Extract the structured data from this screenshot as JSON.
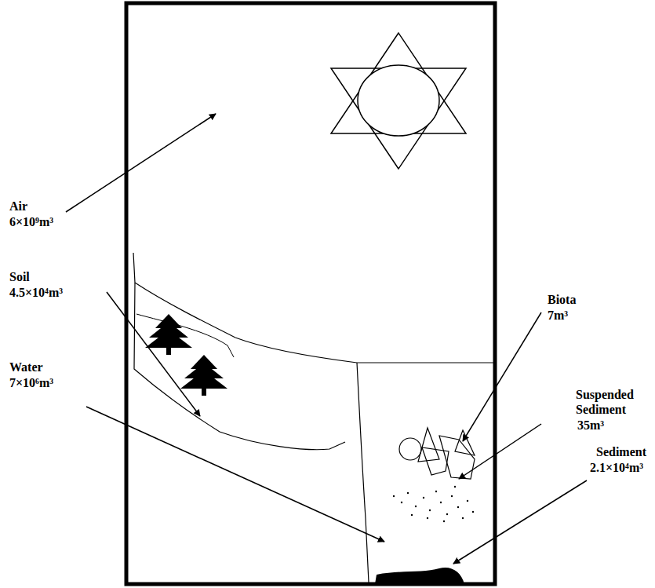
{
  "diagram": {
    "labels": [
      "Air",
      "6×10⁹m³",
      "Soil",
      "4.5×10⁴m³",
      "Water",
      "7×10⁶m³",
      "Biota",
      "7m³",
      "Suspended Sediment",
      "35m³",
      "Sediment",
      "2.1×10⁴m³"
    ]
  }
}
